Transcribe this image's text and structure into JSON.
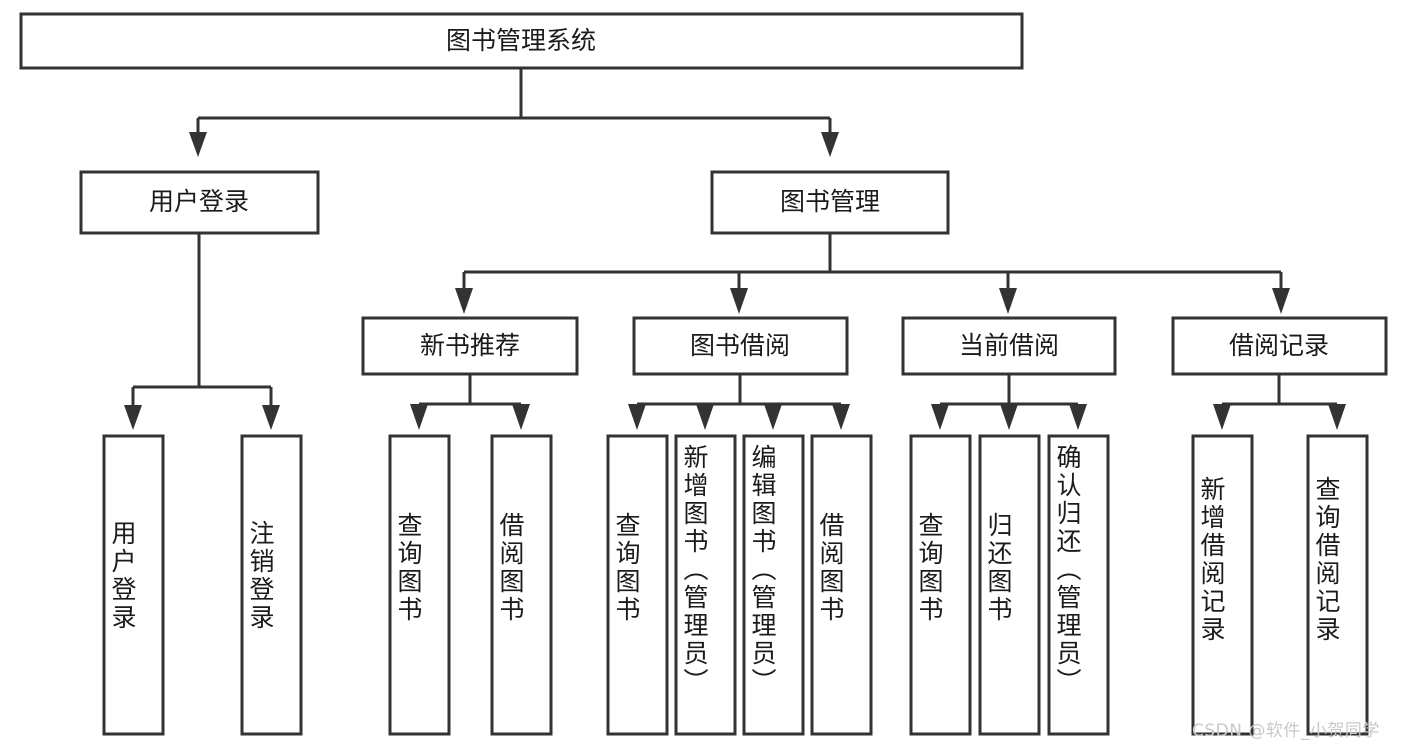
{
  "diagram": {
    "type": "tree",
    "title": "图书管理系统",
    "orientation": "top-down",
    "colors": {
      "background": "#ffffff",
      "box_fill": "#ffffff",
      "box_stroke": "#333333",
      "text": "#1b1b1b",
      "watermark": "#c9c9c9"
    },
    "root": {
      "label": "图书管理系统"
    },
    "level2": [
      {
        "label": "用户登录"
      },
      {
        "label": "图书管理"
      }
    ],
    "level3": [
      {
        "label": "新书推荐"
      },
      {
        "label": "图书借阅"
      },
      {
        "label": "当前借阅"
      },
      {
        "label": "借阅记录"
      }
    ],
    "leaves": {
      "user_login": [
        "用户登录",
        "注销登录"
      ],
      "new_book_recommend": [
        "查询图书",
        "借阅图书"
      ],
      "book_borrow": [
        "查询图书",
        "新增图书（管理员）",
        "编辑图书（管理员）",
        "借阅图书"
      ],
      "current_borrow": [
        "查询图书",
        "归还图书",
        "确认归还（管理员）"
      ],
      "borrow_record": [
        "新增借阅记录",
        "查询借阅记录"
      ]
    }
  },
  "watermark": {
    "text": "CSDN @软件_小贺同学"
  }
}
